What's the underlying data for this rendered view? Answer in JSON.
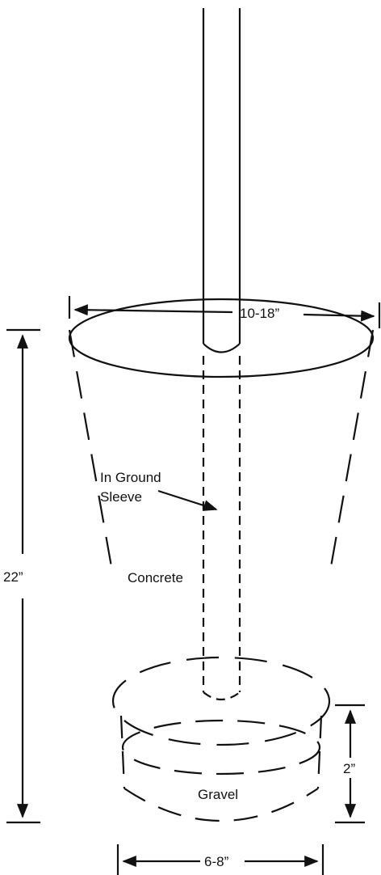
{
  "labels": {
    "top_width": "10-18”",
    "depth": "22”",
    "sleeve_line1": "In Ground",
    "sleeve_line2": "Sleeve",
    "concrete": "Concrete",
    "gravel": "Gravel",
    "gravel_depth": "2”",
    "bottom_width": "6-8”"
  },
  "colors": {
    "stroke": "#111111",
    "background": "#ffffff"
  }
}
